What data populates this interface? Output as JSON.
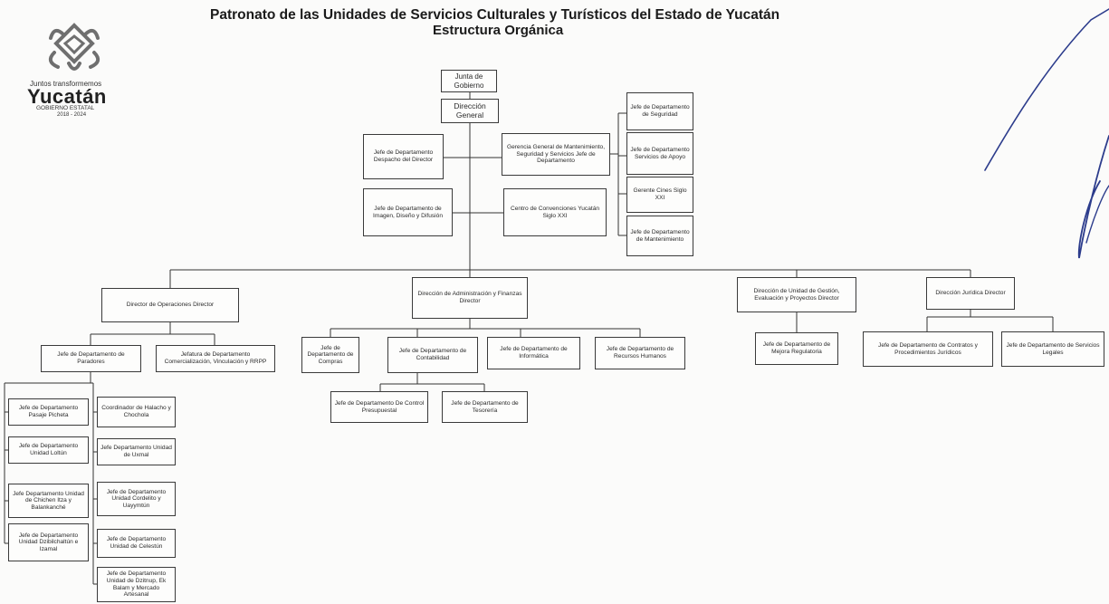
{
  "header": {
    "title": "Patronato de las Unidades de Servicios Culturales y Turísticos del Estado de Yucatán",
    "subtitle": "Estructura Orgánica"
  },
  "logo": {
    "tagline": "Juntos transformemos",
    "name": "Yucatán",
    "government": "GOBIERNO ESTATAL",
    "years": "2018 - 2024"
  },
  "org": {
    "junta": "Junta de Gobierno",
    "direccion_general": "Dirección General",
    "despacho": "Jefe de Departamento Despacho del Director",
    "imagen": "Jefe de Departamento de Imagen, Diseño y Difusión",
    "gerencia_mant": "Gerencia General de Mantenimiento, Seguridad y Servicios Jefe de Departamento",
    "centro_conv": "Centro de Convenciones Yucatán Siglo XXI",
    "seguridad": "Jefe de Departamento de Seguridad",
    "servicios_apoyo": "Jefe de Departamento Servicios de Apoyo",
    "gerente_cines": "Gerente Cines Siglo XXI",
    "mantenimiento": "Jefe de Departamento de Mantenimiento",
    "dir_operaciones": "Director de Operaciones Director",
    "dir_admin": "Dirección de Administración y Finanzas Director",
    "dir_gestion": "Dirección de Unidad de Gestión, Evaluación y Proyectos Director",
    "dir_juridica": "Dirección Jurídica Director",
    "paradores": "Jefe de Departamento de Paradores",
    "comercializacion": "Jefatura de Departamento Comercialización, Vinculación y RRPP",
    "compras": "Jefe de Departamento de Compras",
    "contabilidad": "Jefe de Departamento de Contabilidad",
    "informatica": "Jefe de Departamento de Informática",
    "recursos_humanos": "Jefe de Departamento de Recursos Humanos",
    "control_presupuestal": "Jefe de Departamento De Control Presupuestal",
    "tesoreria": "Jefe de Departamento de Tesorería",
    "mejora_regulatoria": "Jefe de Departamento de Mejora Regulatoria",
    "contratos": "Jefe de Departamento de Contratos y Procedimientos Jurídicos",
    "servicios_legales": "Jefe de Departamento de Servicios Legales",
    "pasaje_picheta": "Jefe de Departamento Pasaje Picheta",
    "unidad_loltun": "Jefe de Departamento Unidad Loltún",
    "chichen_itza": "Jefe Departamento Unidad de Chichen Itza y Balankanché",
    "dzibilchaltun": "Jefe de Departamento Unidad Dzibilchaltún e Izamal",
    "halacho": "Coordinador de Halacho y Chochola",
    "uxmal": "Jefe Departamento Unidad de Uxmal",
    "cordelito": "Jefe de Departamento Unidad Cordelito y Uayymtún",
    "celestun": "Jefe de Departamento Unidad de Celestún",
    "dzitnup": "Jefe de Departamento Unidad de Dzitnup, Ek Balam y Mercado Artesanal"
  }
}
